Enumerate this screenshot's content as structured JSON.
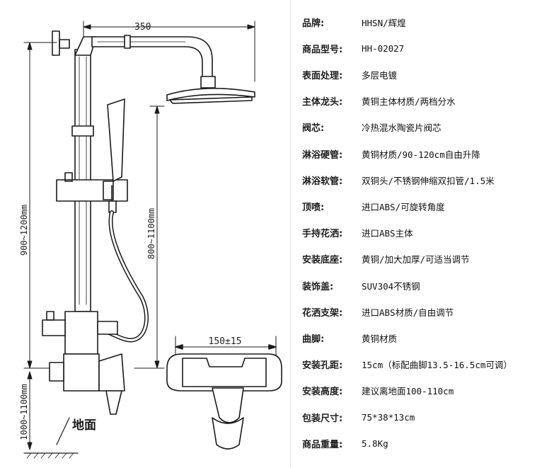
{
  "drawing": {
    "dim_top": "350",
    "dim_left": "900~1200mm",
    "dim_mid": "800~1100mm",
    "dim_bottom_left": "1000~1100mm",
    "dim_handle": "150±15",
    "ground_label": "地面"
  },
  "specs": [
    {
      "label": "品牌:",
      "value": "HHSN/辉煌"
    },
    {
      "label": "商品型号:",
      "value": "HH-02027"
    },
    {
      "label": "表面处理:",
      "value": "多层电镀"
    },
    {
      "label": "主体龙头:",
      "value": "黄铜主体材质/两档分水"
    },
    {
      "label": "阀芯:",
      "value": "冷热混水陶瓷片阀芯"
    },
    {
      "label": "淋浴硬管:",
      "value": "黄铜材质/90-120cm自由升降"
    },
    {
      "label": "淋浴软管:",
      "value": "双铜头/不锈钢伸缩双扣管/1.5米"
    },
    {
      "label": "顶喷:",
      "value": "进口ABS/可旋转角度"
    },
    {
      "label": "手持花洒:",
      "value": "进口ABS主体"
    },
    {
      "label": "安装底座:",
      "value": "黄铜/加大加厚/可适当调节"
    },
    {
      "label": "装饰盖:",
      "value": "SUV304不锈钢"
    },
    {
      "label": "花洒支架:",
      "value": "进口ABS材质/自由调节"
    },
    {
      "label": "曲脚:",
      "value": "黄铜材质"
    },
    {
      "label": "安装孔距:",
      "value": "15cm（标配曲脚13.5-16.5cm可调）"
    },
    {
      "label": "安装高度:",
      "value": "建议离地面100-110cm"
    },
    {
      "label": "包装尺寸:",
      "value": "75*38*13cm"
    },
    {
      "label": "商品重量:",
      "value": "5.8Kg"
    }
  ]
}
